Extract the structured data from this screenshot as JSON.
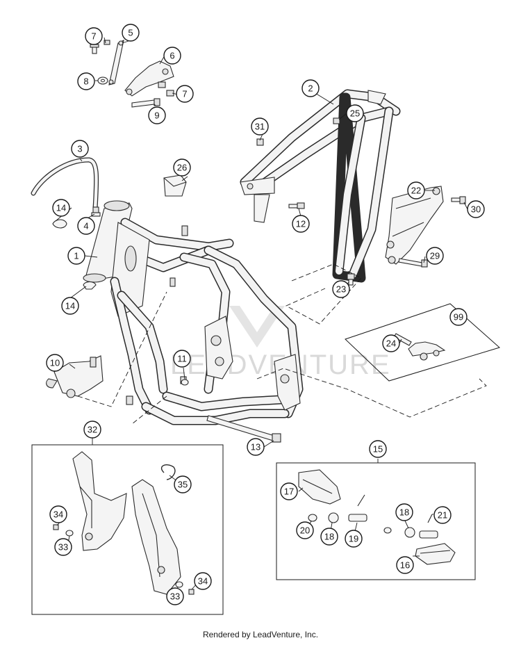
{
  "footer": {
    "credit": "Rendered by LeadVenture, Inc."
  },
  "watermark": {
    "text": "LEADVENTURE"
  },
  "callouts": [
    {
      "id": "c1",
      "label": "1"
    },
    {
      "id": "c2",
      "label": "2"
    },
    {
      "id": "c3",
      "label": "3"
    },
    {
      "id": "c4",
      "label": "4"
    },
    {
      "id": "c5",
      "label": "5"
    },
    {
      "id": "c6",
      "label": "6"
    },
    {
      "id": "c7a",
      "label": "7"
    },
    {
      "id": "c7b",
      "label": "7"
    },
    {
      "id": "c8",
      "label": "8"
    },
    {
      "id": "c9",
      "label": "9"
    },
    {
      "id": "c10",
      "label": "10"
    },
    {
      "id": "c11",
      "label": "11"
    },
    {
      "id": "c12",
      "label": "12"
    },
    {
      "id": "c13",
      "label": "13"
    },
    {
      "id": "c14a",
      "label": "14"
    },
    {
      "id": "c14b",
      "label": "14"
    },
    {
      "id": "c15",
      "label": "15"
    },
    {
      "id": "c16",
      "label": "16"
    },
    {
      "id": "c17",
      "label": "17"
    },
    {
      "id": "c18a",
      "label": "18"
    },
    {
      "id": "c18b",
      "label": "18"
    },
    {
      "id": "c19",
      "label": "19"
    },
    {
      "id": "c20",
      "label": "20"
    },
    {
      "id": "c21",
      "label": "21"
    },
    {
      "id": "c22",
      "label": "22"
    },
    {
      "id": "c23",
      "label": "23"
    },
    {
      "id": "c24",
      "label": "24"
    },
    {
      "id": "c25",
      "label": "25"
    },
    {
      "id": "c26",
      "label": "26"
    },
    {
      "id": "c29",
      "label": "29"
    },
    {
      "id": "c30",
      "label": "30"
    },
    {
      "id": "c31",
      "label": "31"
    },
    {
      "id": "c32",
      "label": "32"
    },
    {
      "id": "c33a",
      "label": "33"
    },
    {
      "id": "c33b",
      "label": "33"
    },
    {
      "id": "c34a",
      "label": "34"
    },
    {
      "id": "c34b",
      "label": "34"
    },
    {
      "id": "c35",
      "label": "35"
    },
    {
      "id": "c99",
      "label": "99"
    }
  ]
}
